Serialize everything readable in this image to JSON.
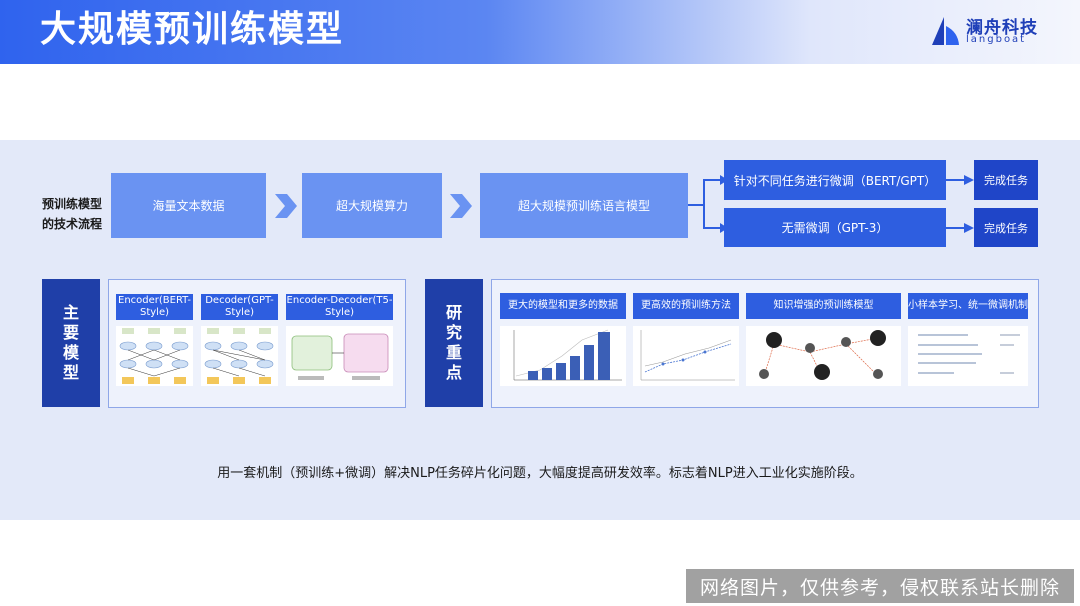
{
  "header": {
    "title": "大规模预训练模型"
  },
  "logo": {
    "name_cn": "澜舟科技",
    "name_en": "langboat"
  },
  "flow": {
    "label": "预训练模型的技术流程",
    "steps": [
      "海量文本数据",
      "超大规模算力",
      "超大规模预训练语言模型"
    ],
    "branches": [
      "针对不同任务进行微调（BERT/GPT）",
      "无需微调（GPT-3）"
    ],
    "outcomes": [
      "完成任务",
      "完成任务"
    ]
  },
  "main_models": {
    "label": "主要模型",
    "items": [
      "Encoder(BERT-Style)",
      "Decoder(GPT-Style)",
      "Encoder-Decoder(T5-Style)"
    ]
  },
  "research": {
    "label": "研究重点",
    "items": [
      "更大的模型和更多的数据",
      "更高效的预训练方法",
      "知识增强的预训练模型",
      "小样本学习、统一微调机制"
    ]
  },
  "summary": "用一套机制（预训练+微调）解决NLP任务碎片化问题，大幅度提高研发效率。标志着NLP进入工业化实施阶段。",
  "watermark": "网络图片，仅供参考，侵权联系站长删除",
  "colors": {
    "accent": "#2e5ee0",
    "light_accent": "#6a93f2",
    "dark_accent": "#1f3fa8",
    "panel_bg": "#e3e9f9"
  }
}
